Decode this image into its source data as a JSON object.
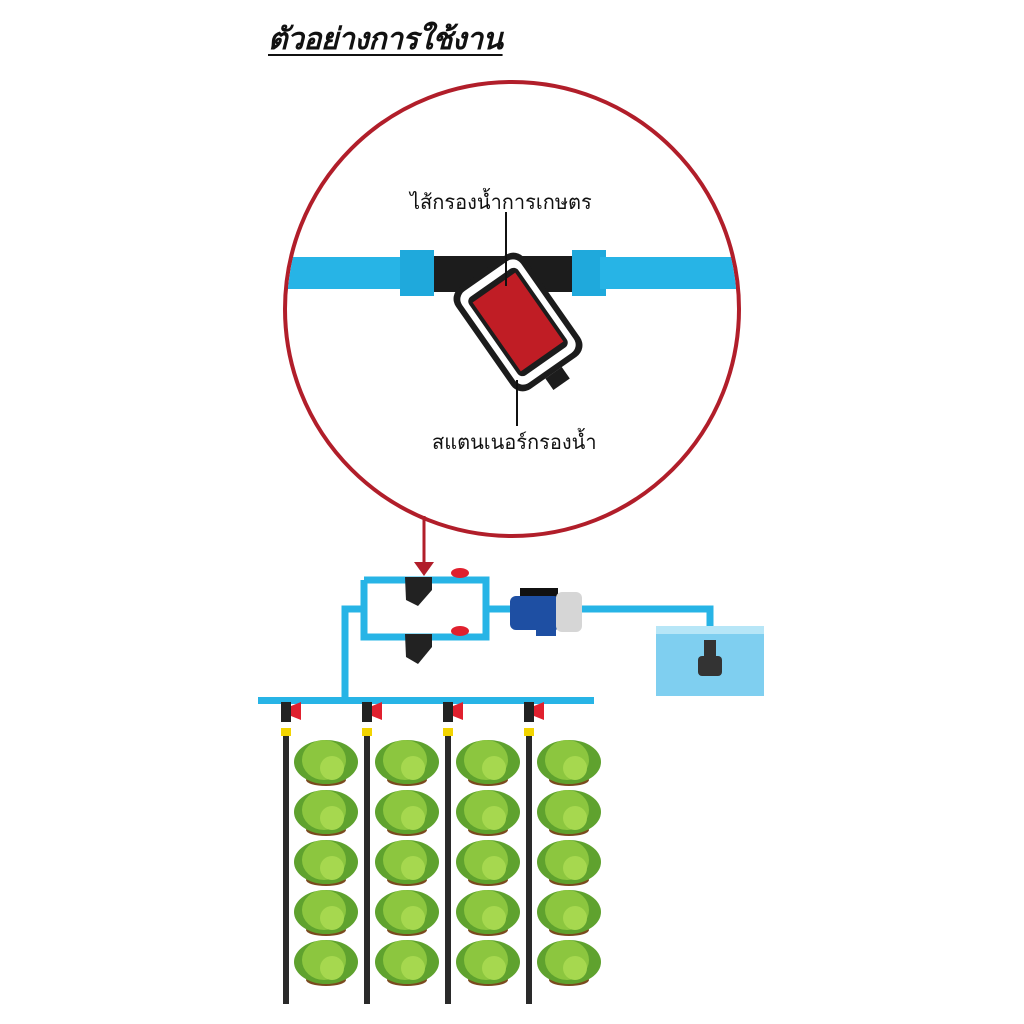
{
  "title": "ตัวอย่างการใช้งาน",
  "callout": {
    "top_label": "ไส้กรองน้ำการเกษตร",
    "bottom_label": "สแตนเนอร์กรองน้ำ"
  },
  "colors": {
    "pipe": "#27b4e6",
    "pipe_dark": "#1a9fd0",
    "circle": "#b11e2a",
    "filter_cartridge": "#c01d25",
    "filter_body": "#1c1c1c",
    "valve": "#e0202e",
    "pump": "#1e4fa3",
    "tank_water": "#7fcff0",
    "lettuce": "#8cc63f",
    "drip_line": "#222222",
    "coupling": "#f2d400"
  },
  "diagram": {
    "filters_in_parallel": 2,
    "drip_lines": 4,
    "plants_per_line": 5
  }
}
